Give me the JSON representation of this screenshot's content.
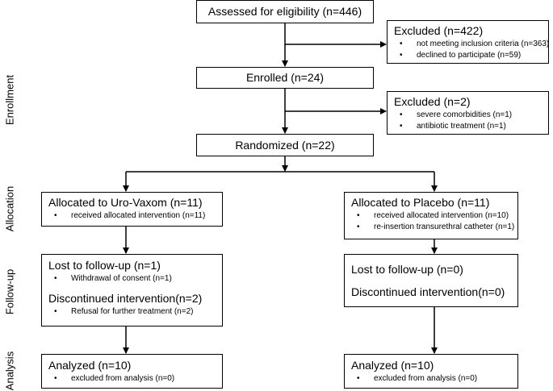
{
  "stages": {
    "enrollment": "Enrollment",
    "allocation": "Allocation",
    "followup": "Follow-up",
    "analysis": "Analysis"
  },
  "assessed": "Assessed for eligibility (n=446)",
  "excluded1": {
    "title": "Excluded (n=422)",
    "items": [
      "not meeting inclusion criteria (n=363)",
      "declined to participate (n=59)"
    ]
  },
  "enrolled": "Enrolled (n=24)",
  "excluded2": {
    "title": "Excluded (n=2)",
    "items": [
      "severe comorbidities (n=1)",
      "antibiotic treatment (n=1)"
    ]
  },
  "randomized": "Randomized (n=22)",
  "left": {
    "allocated": {
      "title": "Allocated to Uro-Vaxom (n=11)",
      "items": [
        "received allocated intervention (n=11)"
      ]
    },
    "followup": {
      "lost": "Lost to follow-up (n=1)",
      "lost_items": [
        "Withdrawal of consent (n=1)"
      ],
      "discontinued": "Discontinued intervention(n=2)",
      "disc_items": [
        "Refusal for further treatment (n=2)"
      ]
    },
    "analyzed": {
      "title": "Analyzed (n=10)",
      "items": [
        "excluded from analysis (n=0)"
      ]
    }
  },
  "right": {
    "allocated": {
      "title": "Allocated to Placebo (n=11)",
      "items": [
        "received allocated intervention (n=10)",
        "re-insertion transurethral catheter (n=1)"
      ]
    },
    "followup": {
      "lost": "Lost to follow-up (n=0)",
      "discontinued": "Discontinued intervention(n=0)"
    },
    "analyzed": {
      "title": "Analyzed (n=10)",
      "items": [
        "excluded from analysis (n=0)"
      ]
    }
  }
}
